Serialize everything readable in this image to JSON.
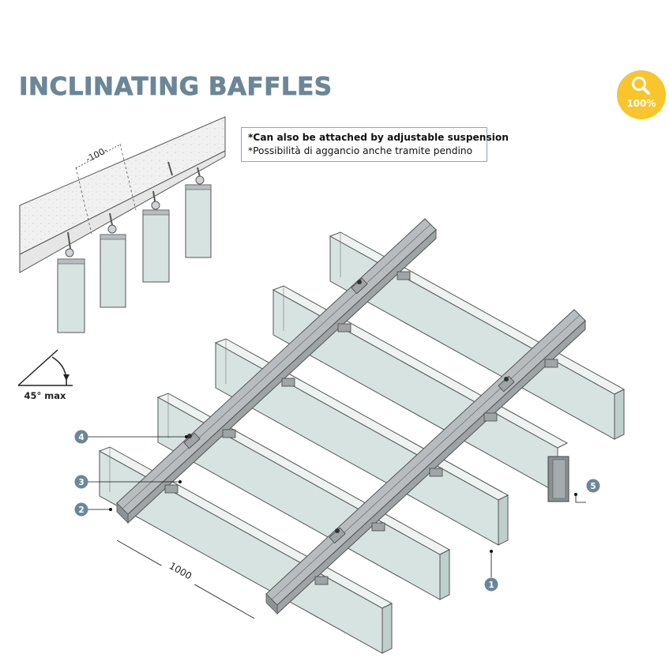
{
  "title": "INCLINATING BAFFLES",
  "zoom_label": "100%",
  "note": {
    "english": "*Can also be attached by adjustable suspension",
    "italian": "*Possibilità di aggancio anche tramite pendino"
  },
  "dimensions": {
    "spacing": "-100-",
    "length": "1000"
  },
  "angle_label": "45° max",
  "callouts": [
    "1",
    "2",
    "3",
    "4",
    "5"
  ],
  "colors": {
    "title": "#6b8797",
    "badge": "#f8c52c",
    "callout": "#6b8797",
    "baffle": "#d6e3e1",
    "rail": "#b8bcbf"
  },
  "icons": [
    "magnifier-icon"
  ]
}
